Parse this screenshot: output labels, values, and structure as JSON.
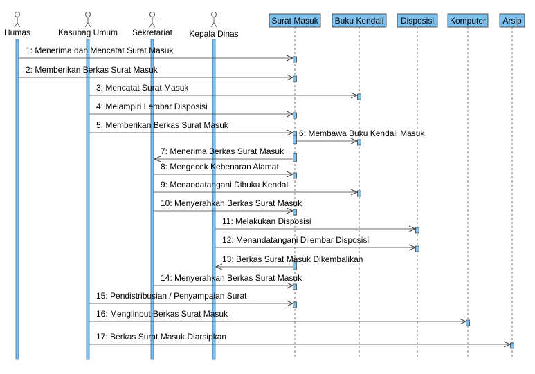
{
  "colors": {
    "lifeline_fill": "#7ec0ee",
    "lifeline_stroke": "#3a6ea5",
    "box_fill": "#7ec0ee",
    "line": "#3c3c3c",
    "text": "#000000"
  },
  "actors": [
    {
      "id": "humas",
      "label": "Humas"
    },
    {
      "id": "kasubag",
      "label": "Kasubag Umum"
    },
    {
      "id": "sekretariat",
      "label": "Sekretariat"
    },
    {
      "id": "kepala",
      "label": "Kepala Dinas"
    }
  ],
  "objects": [
    {
      "id": "surat",
      "label": "Surat Masuk"
    },
    {
      "id": "buku",
      "label": "Buku Kendali"
    },
    {
      "id": "disposisi",
      "label": "Disposisi"
    },
    {
      "id": "komputer",
      "label": "Komputer"
    },
    {
      "id": "arsip",
      "label": "Arsip"
    }
  ],
  "messages": [
    {
      "from": "humas",
      "to": "surat",
      "label": "1: Menerima  dan Mencatat Surat Masuk"
    },
    {
      "from": "humas",
      "to": "surat",
      "label": "2: Memberikan Berkas Surat Masuk"
    },
    {
      "from": "kasubag",
      "to": "buku",
      "label": "3:  Mencatat Surat Masuk"
    },
    {
      "from": "kasubag",
      "to": "surat",
      "label": "4: Melampiri Lembar Disposisi"
    },
    {
      "from": "kasubag",
      "to": "surat",
      "label": "5: Memberikan Berkas Surat Masuk"
    },
    {
      "from": "surat",
      "to": "buku",
      "label": "6: Membawa Buku Kendali Masuk"
    },
    {
      "from": "surat",
      "to": "sekretariat",
      "label": "7: Menerima Berkas Surat Masuk"
    },
    {
      "from": "sekretariat",
      "to": "surat",
      "label": "8: Mengecek Kebenaran Alamat"
    },
    {
      "from": "sekretariat",
      "to": "buku",
      "label": "9: Menandatangani Dibuku Kendali"
    },
    {
      "from": "sekretariat",
      "to": "surat",
      "label": "10: Menyerahkan Berkas Surat Masuk"
    },
    {
      "from": "kepala",
      "to": "disposisi",
      "label": "11: Melakukan Disposisi"
    },
    {
      "from": "kepala",
      "to": "disposisi",
      "label": "12: Menandatangani Dilembar Disposisi"
    },
    {
      "from": "surat",
      "to": "kepala",
      "label": "13: Berkas Surat Masuk Dikembalikan"
    },
    {
      "from": "sekretariat",
      "to": "surat",
      "label": "14: Menyerahkan Berkas Surat Masuk"
    },
    {
      "from": "kasubag",
      "to": "surat",
      "label": "15: Pendistribusian / Penyampaian Surat"
    },
    {
      "from": "kasubag",
      "to": "komputer",
      "label": "16: Mengiinput Berkas Surat Masuk"
    },
    {
      "from": "kasubag",
      "to": "arsip",
      "label": "17: Berkas Surat Masuk Diarsipkan"
    }
  ]
}
